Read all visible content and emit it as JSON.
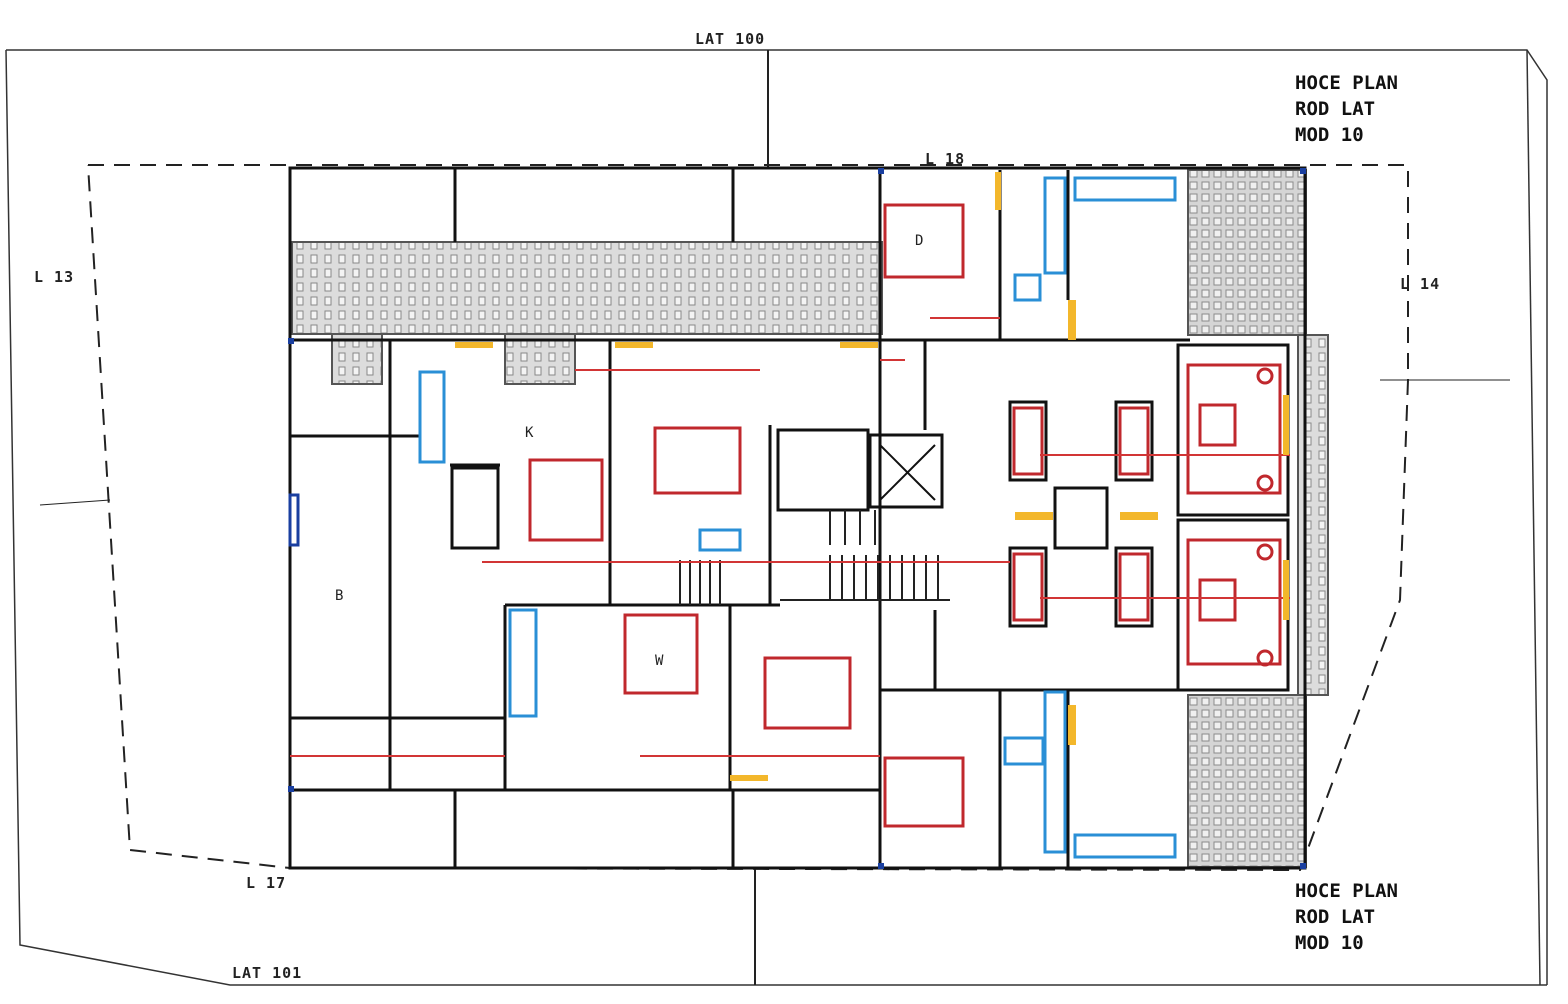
{
  "plan": {
    "labels": {
      "top": "LAT 100",
      "bottom": "LAT 101",
      "left": "L 13",
      "right": "L 14",
      "bottom_left": "L 17",
      "top_mid": "L 18"
    },
    "notes_top_right": [
      "HOCE PLAN",
      "ROD LAT",
      "MOD 10"
    ],
    "notes_bottom_right": [
      "HOCE PLAN",
      "ROD LAT",
      "MOD 10"
    ],
    "room_labels": [
      "B",
      "K",
      "W",
      "D"
    ],
    "colors": {
      "wall": "#111111",
      "fixture_red": "#c0282d",
      "fixture_blue": "#2a8fd6",
      "accent_yellow": "#f3b72b",
      "hatch_grey": "#d8d8d8",
      "thin_line": "#555555"
    }
  }
}
